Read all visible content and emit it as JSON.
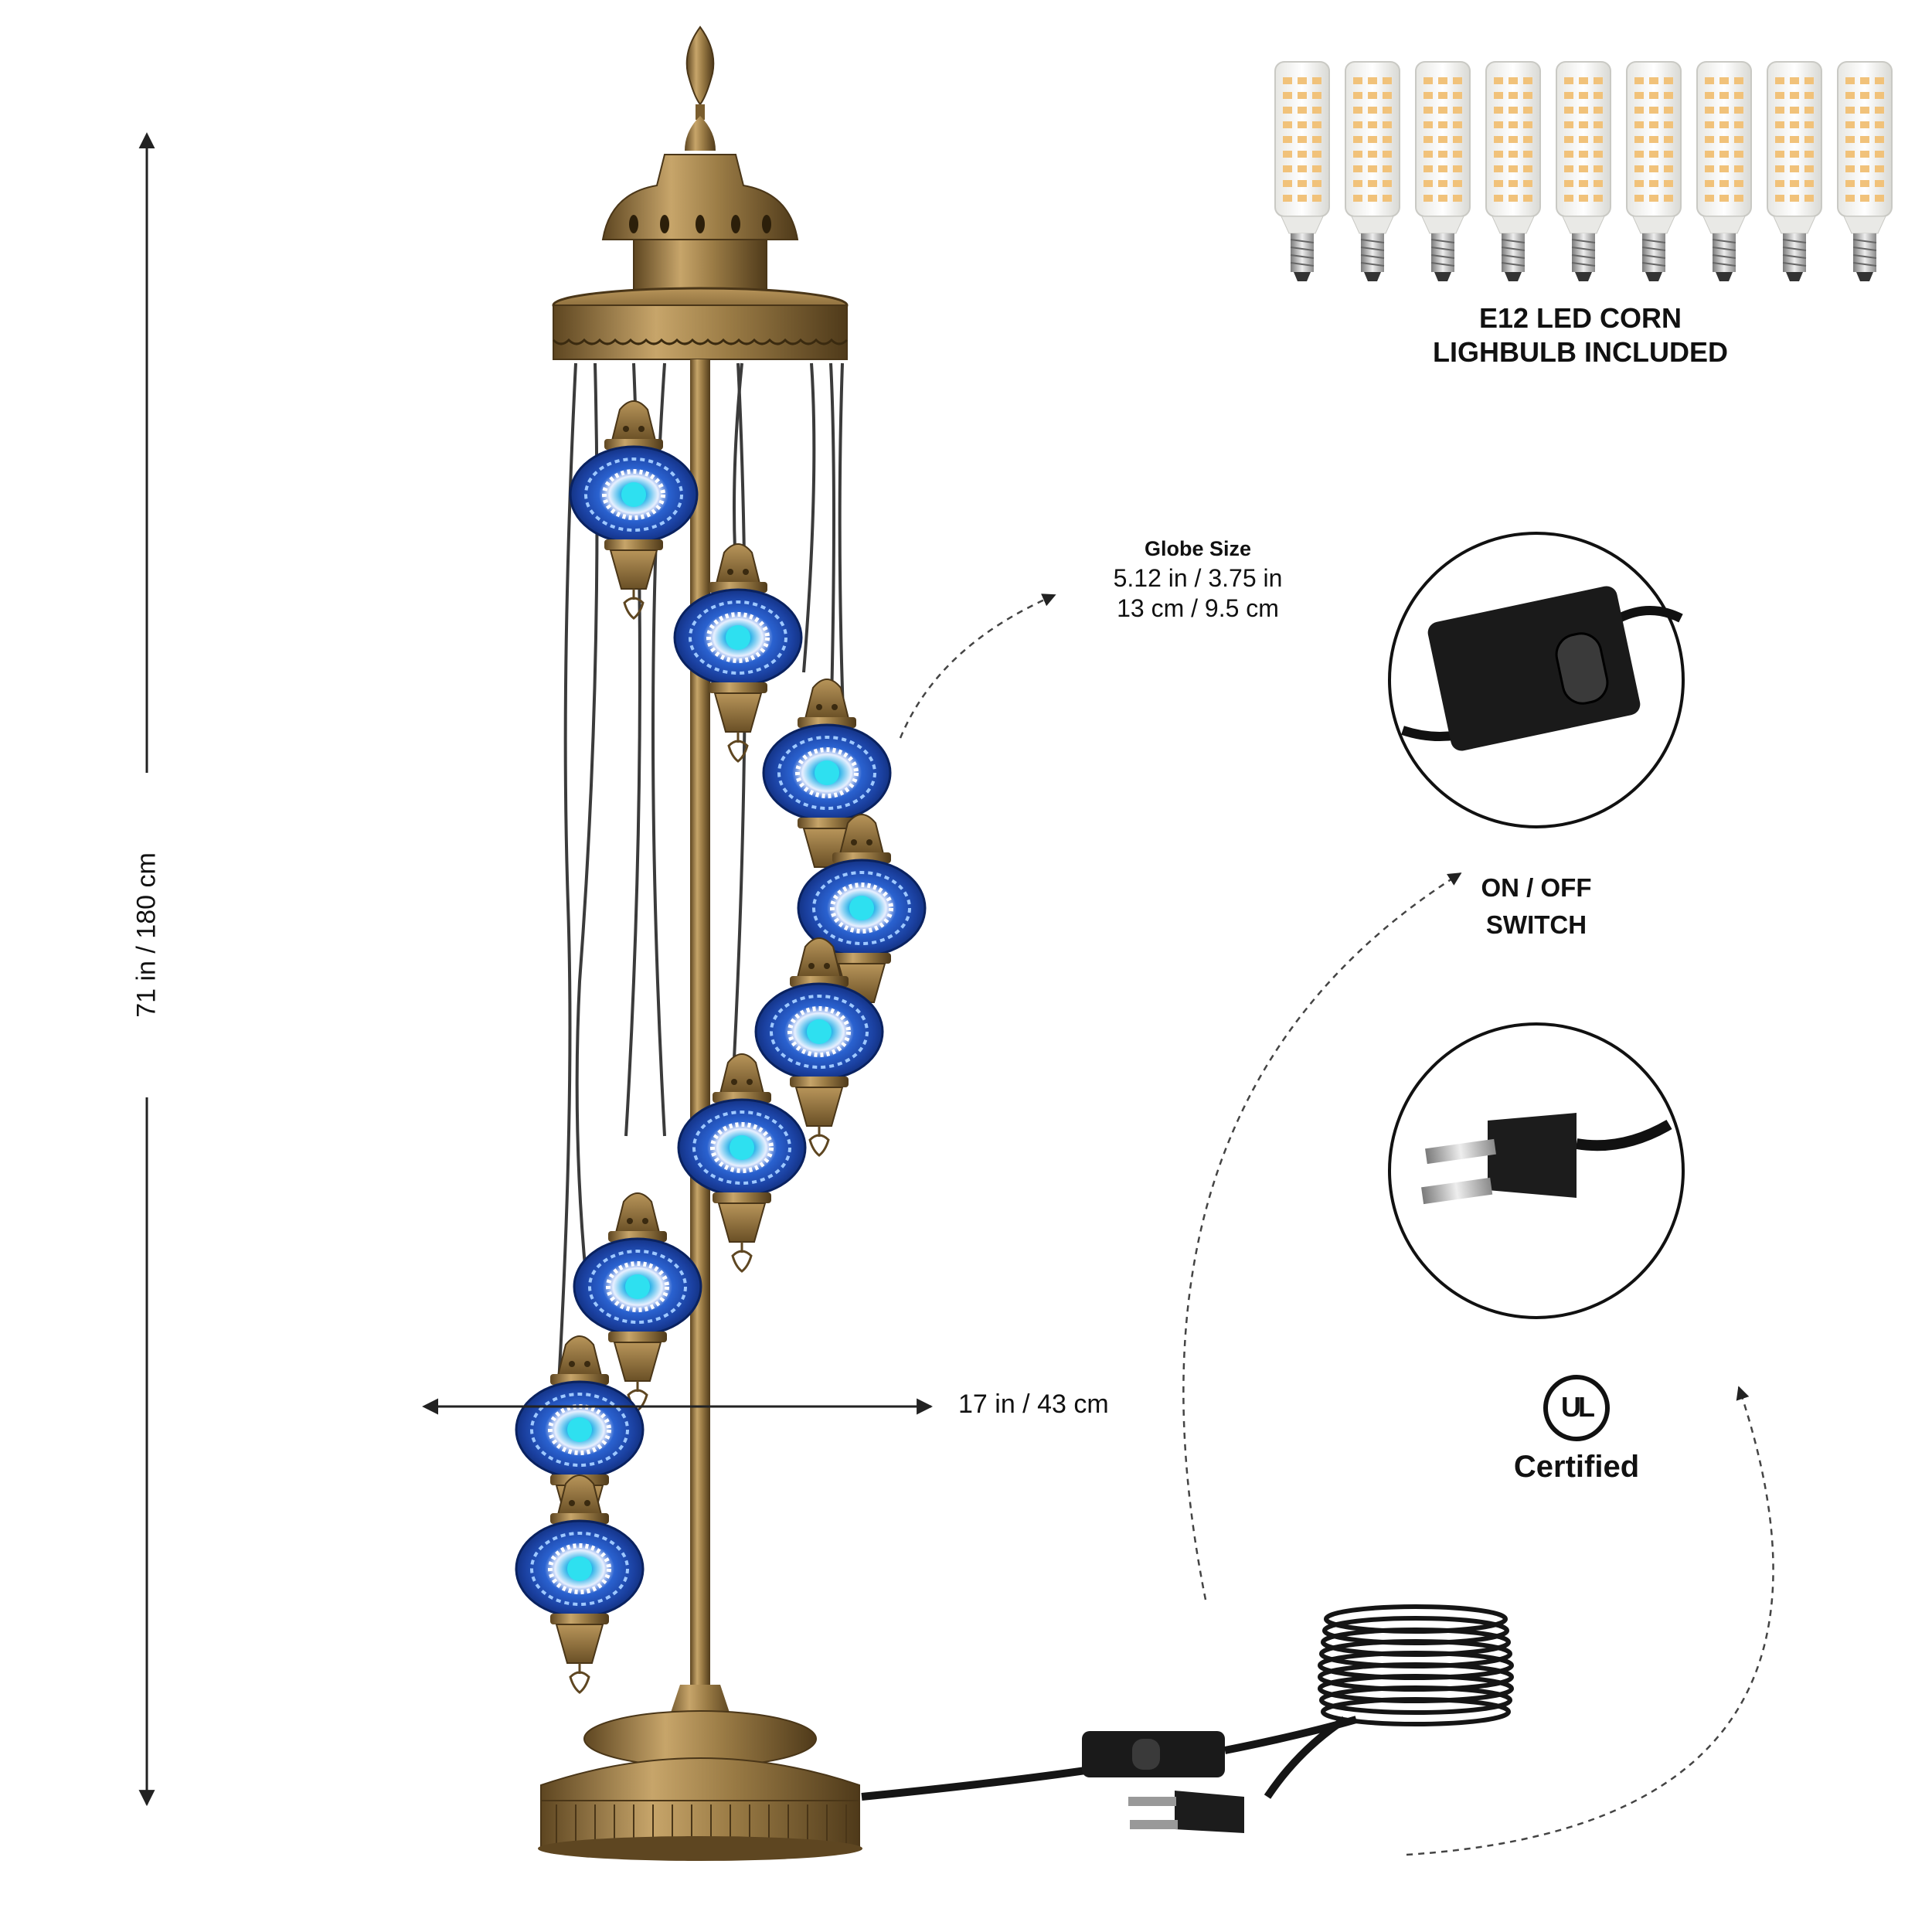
{
  "dimensions": {
    "height": "71 in / 180 cm",
    "width": "17 in / 43 cm"
  },
  "globe_size": {
    "title": "Globe Size",
    "inches": "5.12 in / 3.75 in",
    "cm": "13 cm / 9.5 cm"
  },
  "bulbs": {
    "count": 9,
    "caption_line1": "E12 LED CORN",
    "caption_line2": "LIGHBULB INCLUDED"
  },
  "switch_callout": {
    "line1": "ON / OFF",
    "line2": "SWITCH"
  },
  "certification": {
    "mark": "UL",
    "label": "Certified"
  },
  "colors": {
    "brass": "#9a7b45",
    "brass_dark": "#5e4621",
    "globe_blue": "#1e4fb8",
    "globe_cyan": "#2bd3e8",
    "cord": "#151515"
  }
}
